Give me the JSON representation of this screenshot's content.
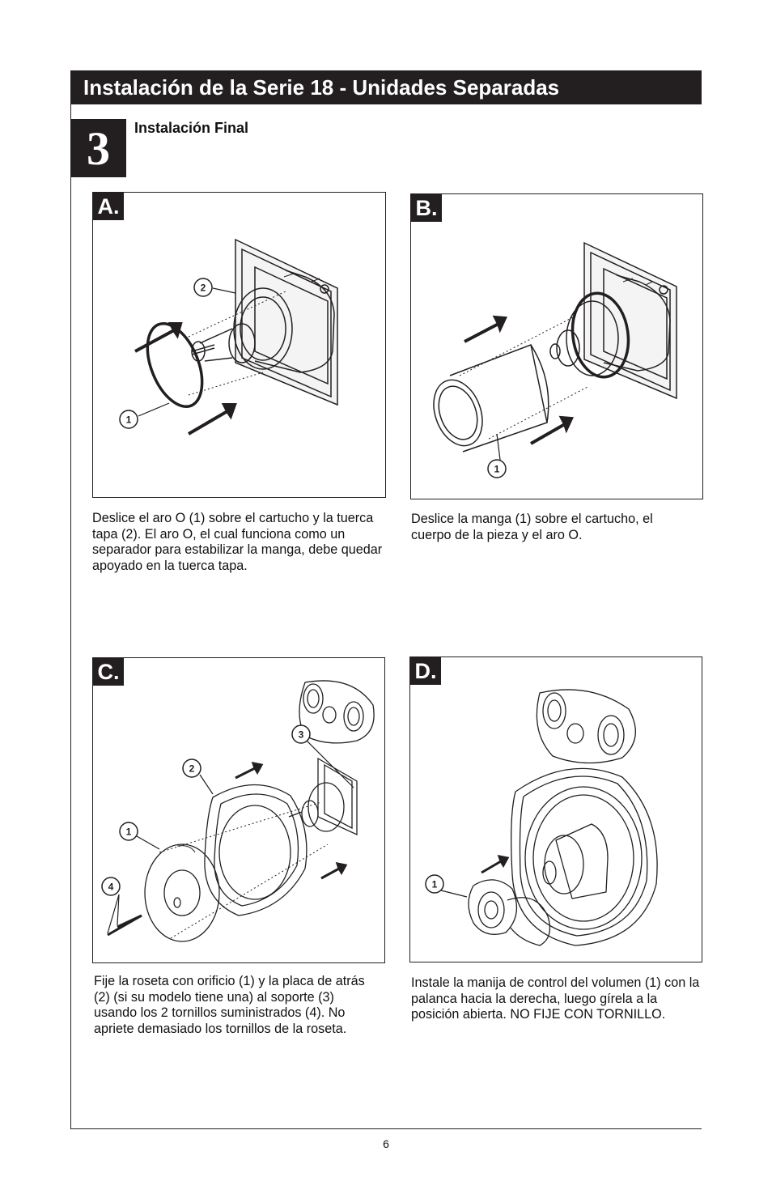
{
  "header": {
    "title": "Instalación de la Serie 18 - Unidades Separadas"
  },
  "step": {
    "number": "3",
    "title": "Instalación Final"
  },
  "panels": [
    {
      "letter": "A.",
      "callouts": [
        "1",
        "2"
      ],
      "caption": "Deslice el aro O (1) sobre el cartucho y la tuerca tapa (2). El aro O, el cual funciona como un separador para estabilizar la manga, debe quedar apoyado en la tuerca tapa."
    },
    {
      "letter": "B.",
      "callouts": [
        "1"
      ],
      "caption": "Deslice la manga (1) sobre el cartucho, el cuerpo de la pieza y el aro O."
    },
    {
      "letter": "C.",
      "callouts": [
        "1",
        "2",
        "3",
        "4"
      ],
      "caption": "Fije la roseta con orificio (1) y la placa de atrás (2) (si su modelo tiene una) al soporte (3) usando los 2 tornillos suministrados (4). No apriete demasiado los tornillos de la roseta."
    },
    {
      "letter": "D.",
      "callouts": [
        "1"
      ],
      "caption": "Instale la manija de control del volumen (1) con la palanca hacia la derecha, luego gírela a la posición abierta. NO FIJE CON TORNILLO."
    }
  ],
  "footer": {
    "page_number": "6"
  }
}
